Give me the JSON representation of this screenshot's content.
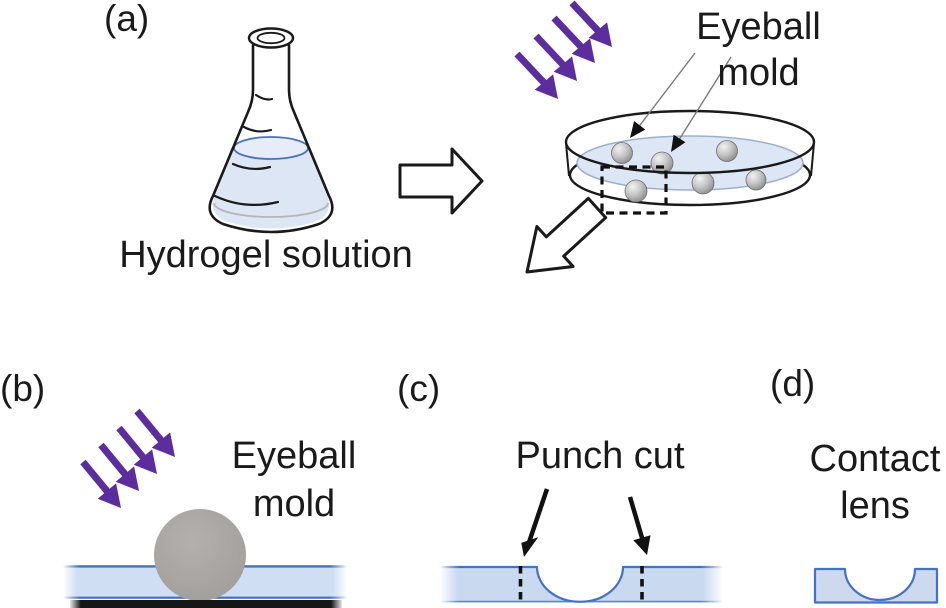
{
  "panels": {
    "a": {
      "label": "(a)",
      "caption": "Hydrogel solution",
      "annotation": {
        "line1": "Eyeball",
        "line2": "mold"
      }
    },
    "b": {
      "label": "(b)",
      "annotation": {
        "line1": "Eyeball",
        "line2": "mold"
      }
    },
    "c": {
      "label": "(c)",
      "annotation": "Punch cut"
    },
    "d": {
      "label": "(d)",
      "annotation": {
        "line1": "Contact",
        "line2": "lens"
      }
    }
  },
  "colors": {
    "uv_arrows_purple": "#5c2d9c",
    "hydrogel_fill_blue": "#cfdef2",
    "hydrogel_border_blue": "#4472c4",
    "mold_gray": "#a8a5a2",
    "substrate_black": "#161616",
    "ink": "#1a1a1a"
  },
  "icons": {
    "uv-arrows-icon": "four diagonal purple arrows (curing light)",
    "flask-icon": "Erlenmeyer flask holding hydrogel solution",
    "petri-dish-icon": "petri dish containing spherical eyeball molds",
    "process-arrow-right-icon": "white outline block arrow pointing right",
    "process-arrow-down-left-icon": "white outline block arrow pointing down-left",
    "punch-cut-arrows-icon": "two black arrows indicating punch-cut positions",
    "dashed-cut-line-icon": "vertical dashed cut lines",
    "contact-lens-icon": "contact lens cross-section shape"
  }
}
